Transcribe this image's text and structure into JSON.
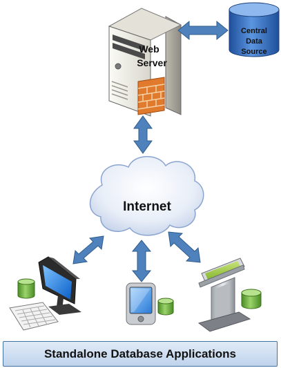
{
  "server": {
    "label_line1": "Web",
    "label_line2": "Server"
  },
  "database": {
    "label_line1": "Central",
    "label_line2": "Data",
    "label_line3": "Source"
  },
  "cloud": {
    "label": "Internet"
  },
  "banner": {
    "label": "Standalone Database Applications"
  },
  "colors": {
    "arrow_fill": "#4f81bd",
    "arrow_stroke": "#2e5c8a",
    "db_blue": "#2f6fc2",
    "db_green": "#6bb33a",
    "banner_border": "#41719c"
  }
}
